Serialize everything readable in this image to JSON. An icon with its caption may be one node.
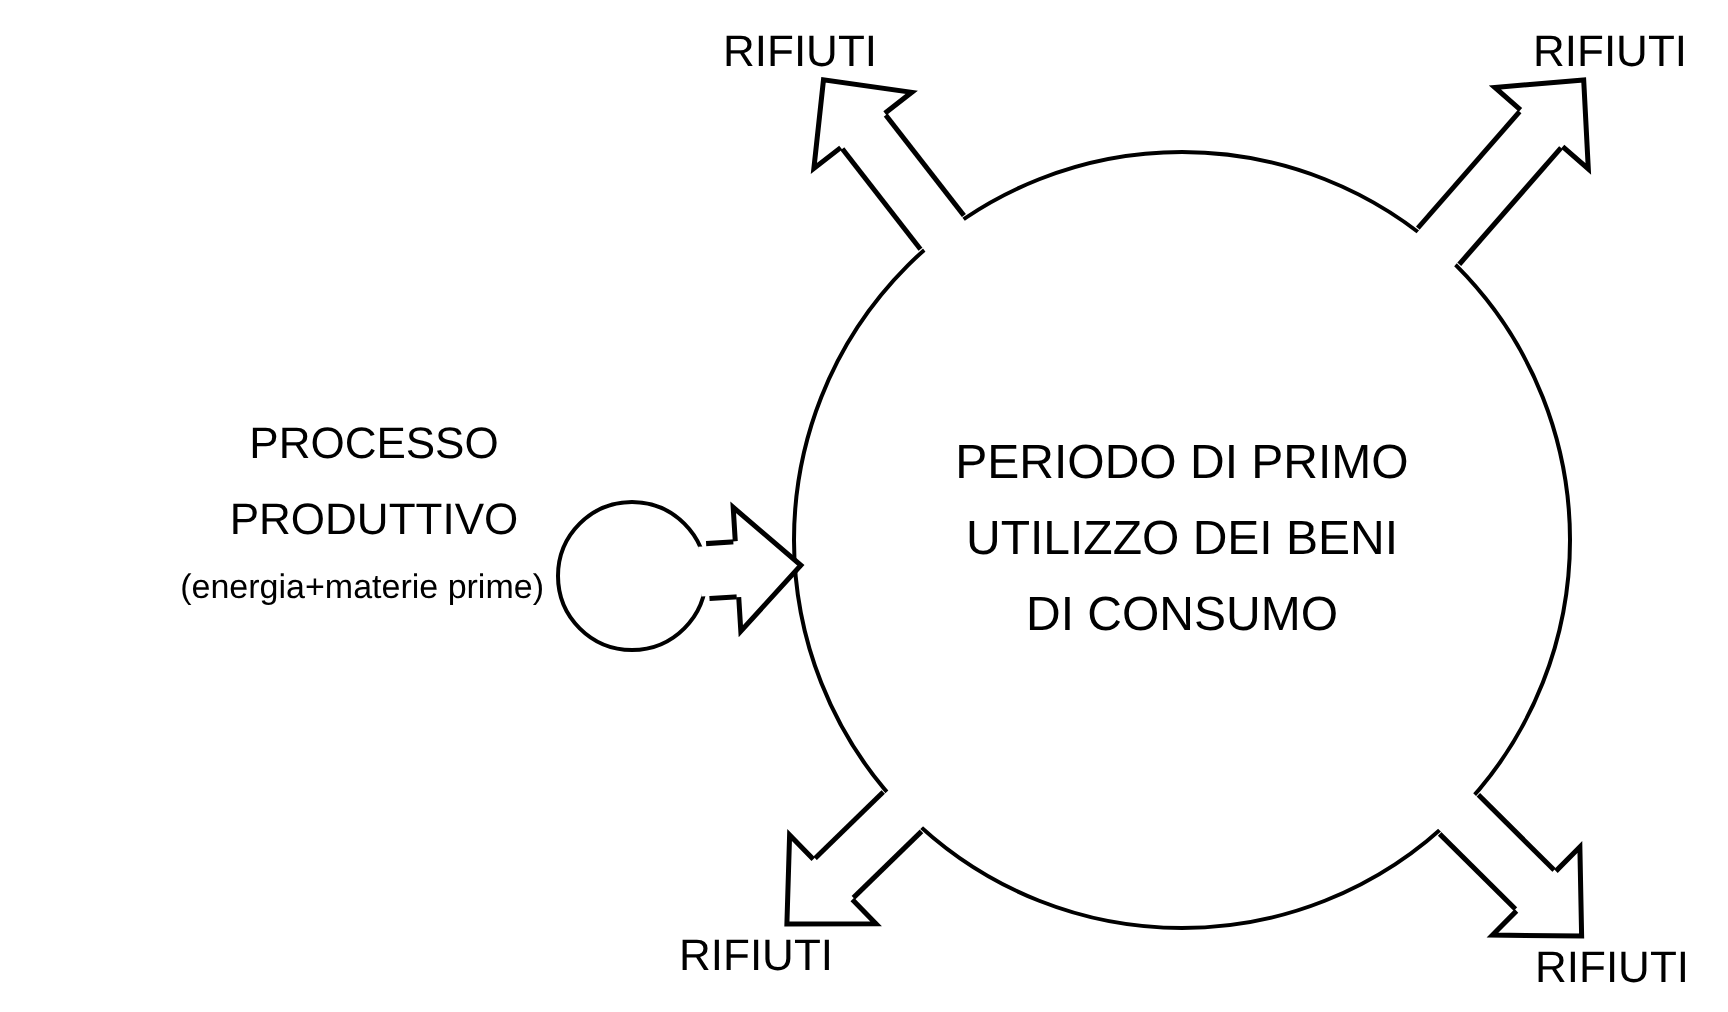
{
  "diagram": {
    "nodes": [
      {
        "text": [],
        "shape": "circle",
        "beside": [
          "PROCESSO PRODUTTIVO",
          "(energia+materie prime)"
        ]
      },
      {
        "text": [
          "PERIODO DI PRIMO UTILIZZO DEI BENI DI CONSUMO"
        ]
      },
      {
        "text": [
          "RIFIUTI"
        ]
      },
      {
        "text": [
          "RIFIUTI"
        ]
      },
      {
        "text": [
          "RIFIUTI"
        ]
      },
      {
        "text": [
          "RIFIUTI"
        ]
      }
    ],
    "edges": [
      {
        "from": 0,
        "to": 1,
        "arrow": "to"
      },
      {
        "from": 1,
        "to": 2,
        "arrow": "to"
      },
      {
        "from": 1,
        "to": 3,
        "arrow": "to"
      },
      {
        "from": 1,
        "to": 4,
        "arrow": "to"
      },
      {
        "from": 1,
        "to": 5,
        "arrow": "to"
      }
    ]
  }
}
